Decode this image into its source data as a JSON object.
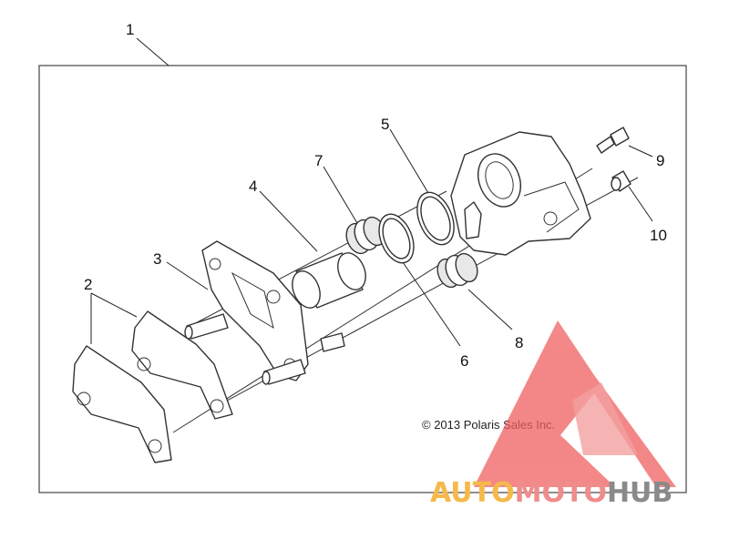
{
  "callouts": [
    "1",
    "2",
    "3",
    "4",
    "5",
    "6",
    "7",
    "8",
    "9",
    "10"
  ],
  "copyright": "© 2013 Polaris Sales Inc.",
  "watermark": {
    "parts": [
      "AUTO",
      "MOTO",
      "HUB"
    ],
    "colors": {
      "auto": "#f5b94a",
      "moto": "#f08c8c",
      "hub": "#8a8a8a",
      "logo": "#f06060"
    }
  }
}
